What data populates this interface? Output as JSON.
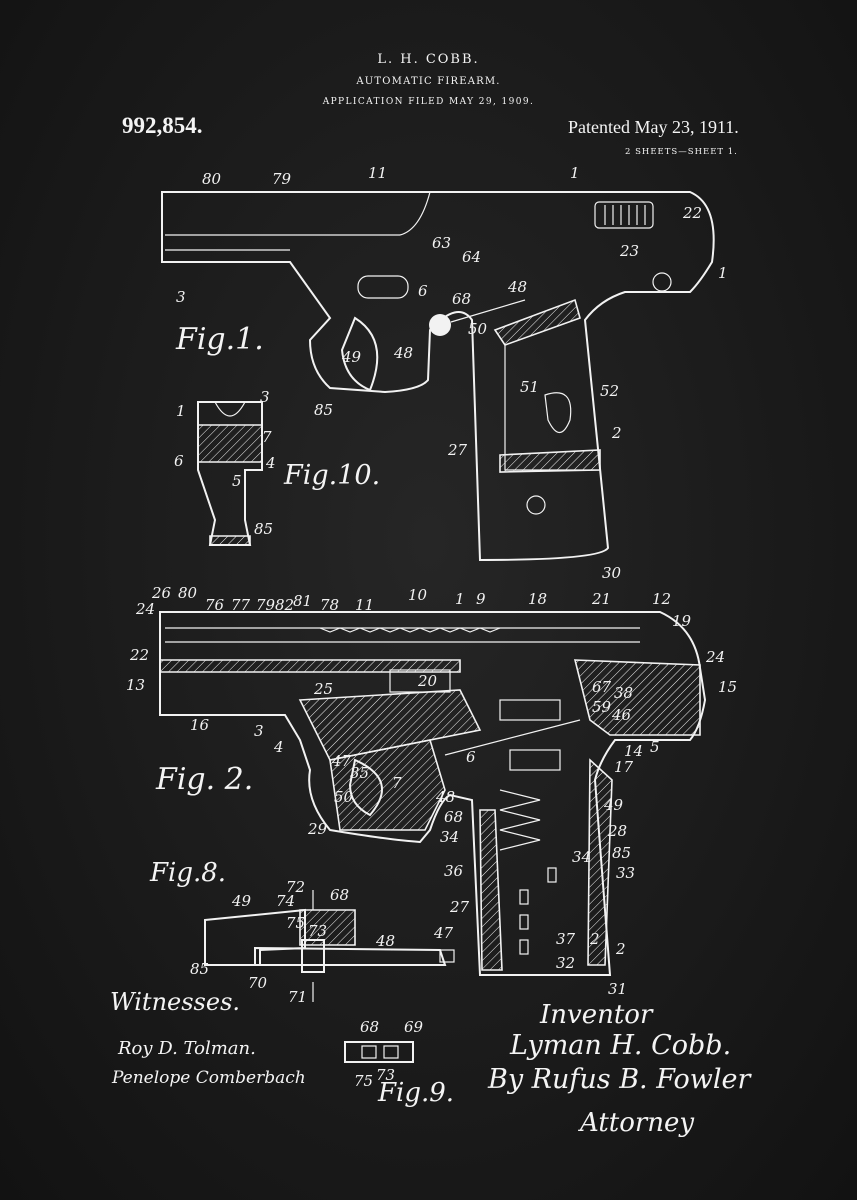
{
  "header": {
    "inventor_name": "L. H. COBB.",
    "title": "AUTOMATIC FIREARM.",
    "filed": "APPLICATION FILED MAY 29, 1909.",
    "patent_number": "992,854.",
    "patented": "Patented May 23, 1911.",
    "sheets": "2 SHEETS—SHEET 1."
  },
  "figures": {
    "fig1": "Fig.1.",
    "fig2": "Fig. 2.",
    "fig8": "Fig.8.",
    "fig9": "Fig.9.",
    "fig10": "Fig.10."
  },
  "footer": {
    "witnesses_label": "Witnesses.",
    "witness1": "Roy D. Tolman.",
    "witness2": "Penelope Comberbach",
    "inventor_label": "Inventor",
    "inventor_name": "Lyman H. Cobb.",
    "by_line": "By Rufus B. Fowler",
    "attorney_label": "Attorney"
  },
  "ref_numbers": {
    "fig1": [
      "80",
      "79",
      "11",
      "1",
      "22",
      "23",
      "3",
      "63",
      "64",
      "6",
      "68",
      "48",
      "50",
      "49",
      "48",
      "1",
      "52",
      "51",
      "85",
      "27",
      "2",
      "30"
    ],
    "fig10": [
      "1",
      "3",
      "7",
      "6",
      "4",
      "5",
      "85"
    ],
    "fig2": [
      "26",
      "80",
      "24",
      "76",
      "77",
      "79",
      "82",
      "81",
      "78",
      "11",
      "10",
      "1",
      "9",
      "18",
      "21",
      "12",
      "19",
      "22",
      "24",
      "13",
      "25",
      "20",
      "67",
      "38",
      "15",
      "59",
      "46",
      "16",
      "3",
      "4",
      "5",
      "14",
      "17",
      "47",
      "35",
      "6",
      "7",
      "50",
      "48",
      "49",
      "68",
      "34",
      "28",
      "29",
      "34",
      "85",
      "36",
      "33",
      "27",
      "2",
      "2",
      "37",
      "32",
      "31",
      "30"
    ],
    "fig8": [
      "72",
      "68",
      "49",
      "74",
      "75",
      "73",
      "48",
      "47",
      "85",
      "70",
      "71"
    ],
    "fig9": [
      "68",
      "69",
      "75",
      "73"
    ]
  },
  "colors": {
    "background": "#181818",
    "ink": "#f2f2f2"
  }
}
